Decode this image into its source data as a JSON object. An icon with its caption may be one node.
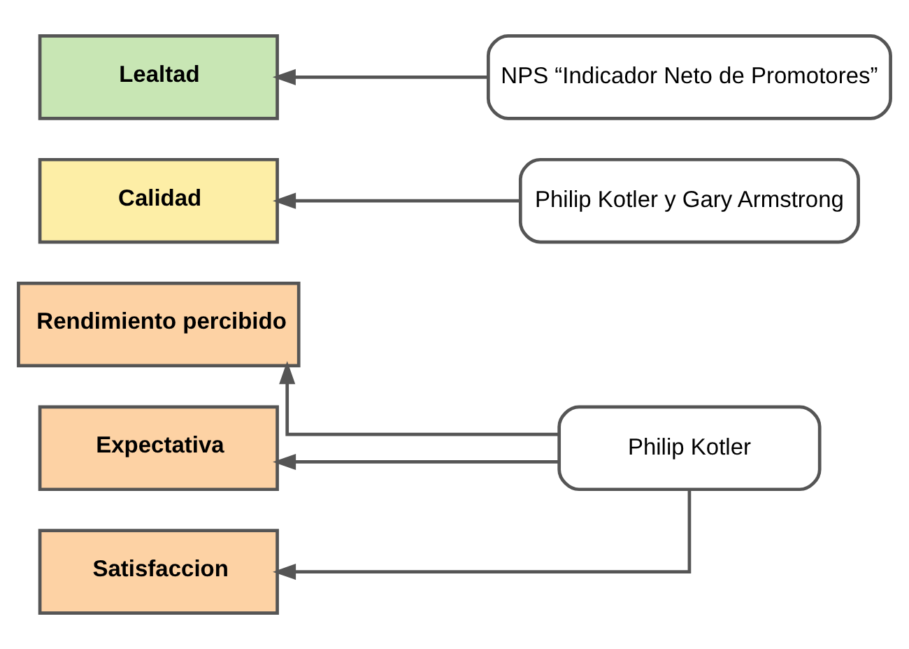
{
  "diagram": {
    "nodes": [
      {
        "text": [
          "Rendimiento percibido"
        ]
      },
      {
        "text": [
          "Expectativa"
        ]
      },
      {
        "text": [
          "Satisfaccion"
        ]
      },
      {
        "text": [
          "Calidad"
        ]
      },
      {
        "text": [
          "Lealtad"
        ]
      },
      {
        "text": [
          "Philip Kotler"
        ]
      },
      {
        "text": [
          "Philip Kotler y Gary Armstrong"
        ]
      },
      {
        "text": [
          "NPS “Indicador Neto de Promotores”"
        ]
      }
    ],
    "edges": [
      {
        "from": 5,
        "to": 0,
        "arrow": "to"
      },
      {
        "from": 5,
        "to": 1,
        "arrow": "to"
      },
      {
        "from": 5,
        "to": 2,
        "arrow": "to"
      },
      {
        "from": 6,
        "to": 3,
        "arrow": "to"
      },
      {
        "from": 7,
        "to": 4,
        "arrow": "to"
      }
    ]
  }
}
